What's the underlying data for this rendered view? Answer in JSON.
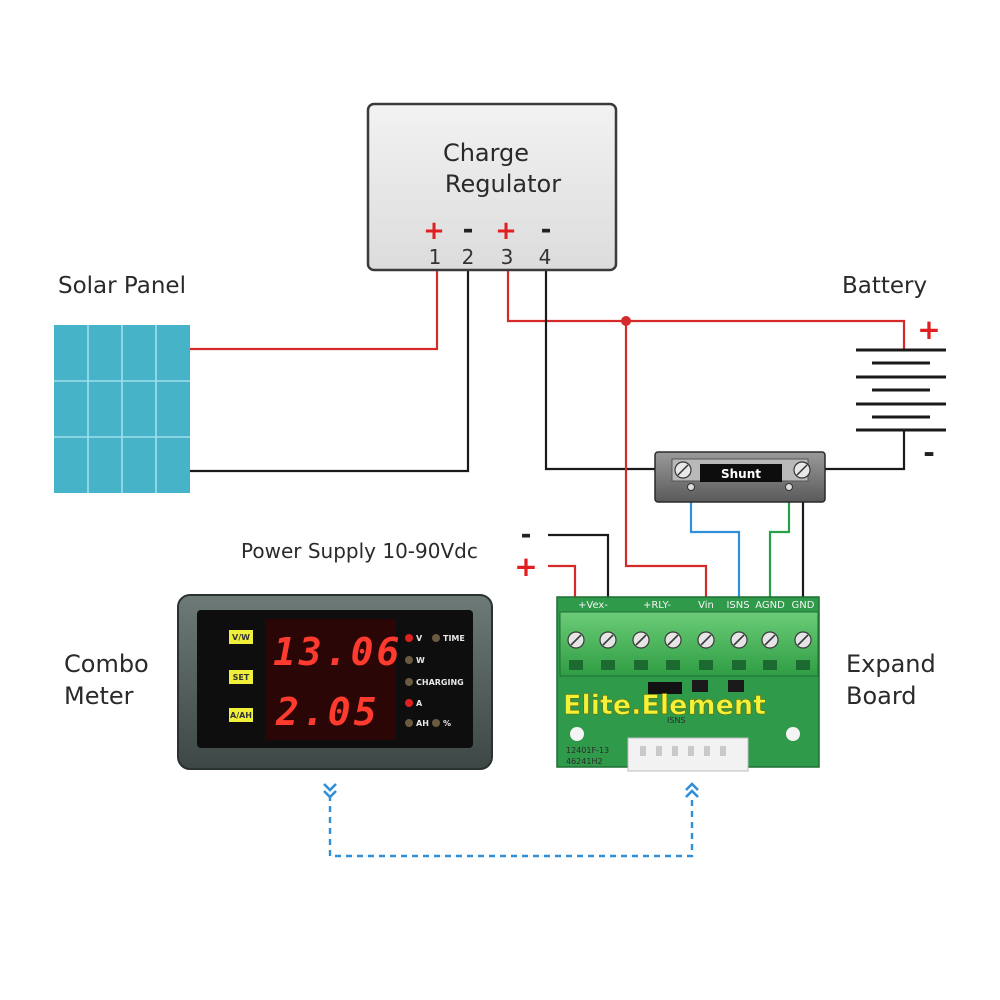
{
  "labels": {
    "charge_regulator_line1": "Charge",
    "charge_regulator_line2": "Regulator",
    "solar_panel": "Solar Panel",
    "battery": "Battery",
    "shunt": "Shunt",
    "power_supply": "Power Supply 10-90Vdc",
    "combo_meter_line1": "Combo",
    "combo_meter_line2": "Meter",
    "expand_board_line1": "Expand",
    "expand_board_line2": "Board"
  },
  "regulator_terminals": [
    {
      "number": "1",
      "polarity": "+"
    },
    {
      "number": "2",
      "polarity": "-"
    },
    {
      "number": "3",
      "polarity": "+"
    },
    {
      "number": "4",
      "polarity": "-"
    }
  ],
  "battery_polarity": {
    "plus": "+",
    "minus": "-"
  },
  "power_supply_polarity": {
    "minus": "-",
    "plus": "+"
  },
  "meter": {
    "buttons": [
      "V/W",
      "SET",
      "A/AH"
    ],
    "display_top": "13.06",
    "display_bottom": "2.05",
    "indicators": {
      "v": "V",
      "time": "TIME",
      "w": "W",
      "charging": "CHARGING",
      "a": "A",
      "ah": "AH",
      "pct": "%"
    }
  },
  "board": {
    "headers": [
      "+Vex-",
      "+RLY-",
      "Vin",
      "ISNS",
      "AGND",
      "GND"
    ],
    "brand": "Elite.Element",
    "silk_isns": "ISNS",
    "silk_1": "12401F-13",
    "silk_2": "46241H2"
  },
  "colors": {
    "wire_red": "#d42a2a",
    "wire_black": "#1a1a1a",
    "wire_blue": "#2f8fd8",
    "wire_green": "#2aa044",
    "link_dashed": "#2f8fd8",
    "solar_panel": "#46b3c9",
    "board_pcb": "#2f9a4a",
    "terminal_block": "#4fb860"
  }
}
